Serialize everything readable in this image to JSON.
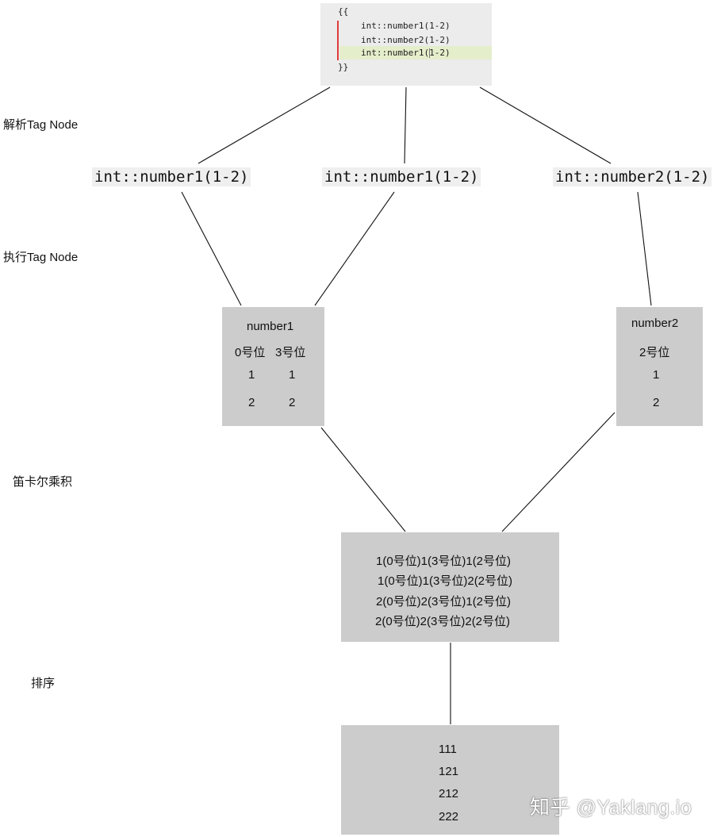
{
  "code": {
    "open": "{{",
    "lines": [
      "int::number1(1-2)",
      "int::number2(1-2)",
      "int::number1(1-2)"
    ],
    "close": "}}"
  },
  "stages": {
    "parse": "解析Tag Node",
    "execute": "执行Tag Node",
    "cartesian": "笛卡尔乘积",
    "sort": "排序"
  },
  "tag_nodes": [
    "int::number1(1-2)",
    "int::number1(1-2)",
    "int::number2(1-2)"
  ],
  "number1_box": {
    "title": "number1",
    "col_a": "0号位",
    "col_b": "3号位",
    "rows": [
      [
        "1",
        "1"
      ],
      [
        "2",
        "2"
      ]
    ]
  },
  "number2_box": {
    "title": "number2",
    "col": "2号位",
    "rows": [
      "1",
      "2"
    ]
  },
  "product_box": {
    "lines": [
      "1(0号位)1(3号位)1(2号位)",
      "1(0号位)1(3号位)2(2号位)",
      "2(0号位)2(3号位)1(2号位)",
      "2(0号位)2(3号位)2(2号位)"
    ]
  },
  "sorted_box": {
    "lines": [
      "111",
      "121",
      "212",
      "222"
    ]
  },
  "watermark": "知乎 @Yaklang.io"
}
